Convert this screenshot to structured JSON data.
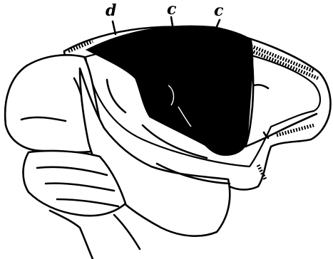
{
  "figure": {
    "labels": {
      "d": "d",
      "c1": "c",
      "c2": "c"
    }
  }
}
